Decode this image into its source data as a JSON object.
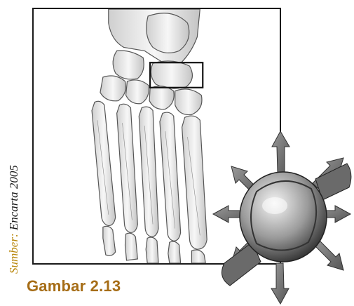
{
  "figure": {
    "label": "Gambar 2.13",
    "source_prefix": "Sumber:",
    "source_name": "Encarta 2005"
  },
  "colors": {
    "label": "#a66d17",
    "source_prefix": "#b8860b",
    "frame": "#1a1a1a",
    "bone_outline": "#444444",
    "bone_fill": "#eeeeee"
  },
  "icons": {
    "illustration": "foot-skeleton-icon",
    "joint": "ball-joint-model-icon",
    "highlight": "highlight-box-icon"
  }
}
